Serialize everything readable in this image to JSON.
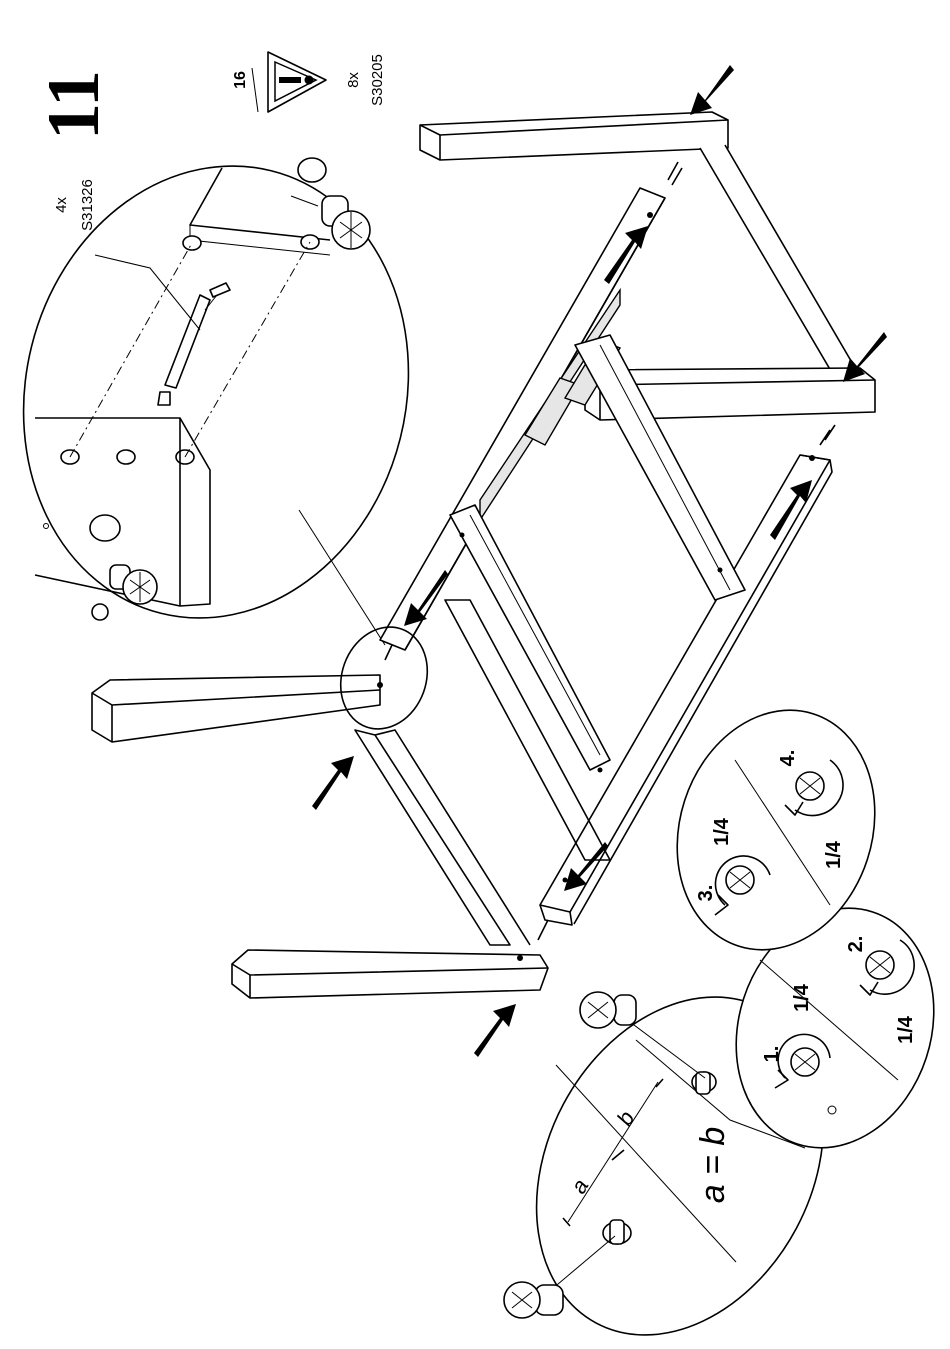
{
  "step": {
    "number": "11"
  },
  "warning": {
    "label": "16"
  },
  "parts": [
    {
      "qty": "8x",
      "code": "S30205"
    },
    {
      "qty": "4x",
      "code": "S31326"
    }
  ],
  "measurement": {
    "a": "a",
    "b": "b",
    "equation": "a = b"
  },
  "rotation_steps": [
    {
      "order": "1.",
      "amount": "1/4"
    },
    {
      "order": "2.",
      "amount": "1/4"
    },
    {
      "order": "3.",
      "amount": "1/4"
    },
    {
      "order": "4.",
      "amount": "1/4"
    }
  ]
}
